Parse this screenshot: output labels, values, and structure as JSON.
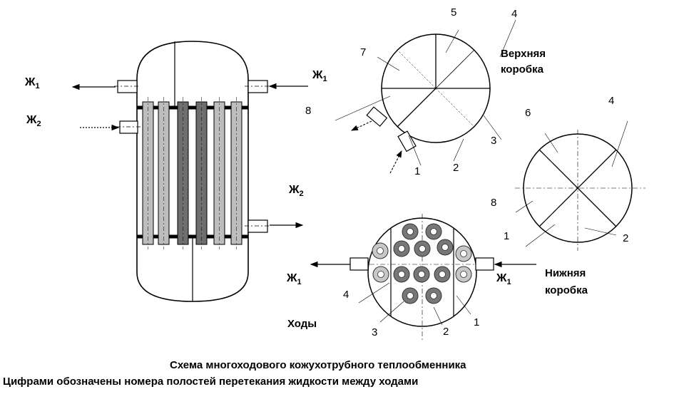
{
  "fluids": {
    "f1": {
      "base": "Ж",
      "sub": "1"
    },
    "f2": {
      "base": "Ж",
      "sub": "2"
    }
  },
  "upper_box": {
    "title_line1": "Верхняя",
    "title_line2": "коробка",
    "numbers": {
      "n1": "1",
      "n2": "2",
      "n3": "3",
      "n4": "4",
      "n5": "5",
      "n7": "7",
      "n8": "8"
    }
  },
  "lower_box": {
    "title_line1": "Нижняя",
    "title_line2": "коробка",
    "numbers": {
      "n1": "1",
      "n2": "2",
      "n4": "4",
      "n6": "6",
      "n8": "8"
    }
  },
  "tube_sheet": {
    "passes_label": "Ходы",
    "numbers": {
      "n1": "1",
      "n2": "2",
      "n3": "3",
      "n4": "4"
    }
  },
  "caption": {
    "line1": "Схема многоходового кожухотрубного теплообменника",
    "line2": "Цифрами обозначены номера полостей перетекания жидкости между ходами"
  },
  "colors": {
    "tube_light": "#bdbdbd",
    "tube_dark": "#6e6e6e",
    "ring_dark": "#777777",
    "ring_light": "#c8c8c8",
    "line": "#000000"
  }
}
